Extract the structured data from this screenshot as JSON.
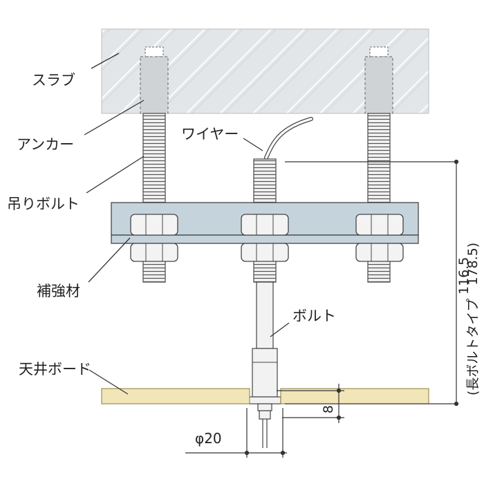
{
  "labels": {
    "slab": "スラブ",
    "anchor": "アンカー",
    "hanging_bolt": "吊りボルト",
    "reinforcement": "補強材",
    "ceiling_board": "天井ボード",
    "wire": "ワイヤー",
    "bolt": "ボルト"
  },
  "dimensions": {
    "overall": "116.5",
    "long_bolt": "(長ボルトタイプ　178.5)",
    "gap": "8",
    "diameter": "φ20"
  },
  "colors": {
    "slab_fill": "#e3e6e9",
    "plate_fill": "#c5d3dc",
    "board_fill": "#f2e6b8",
    "line": "#333333"
  }
}
